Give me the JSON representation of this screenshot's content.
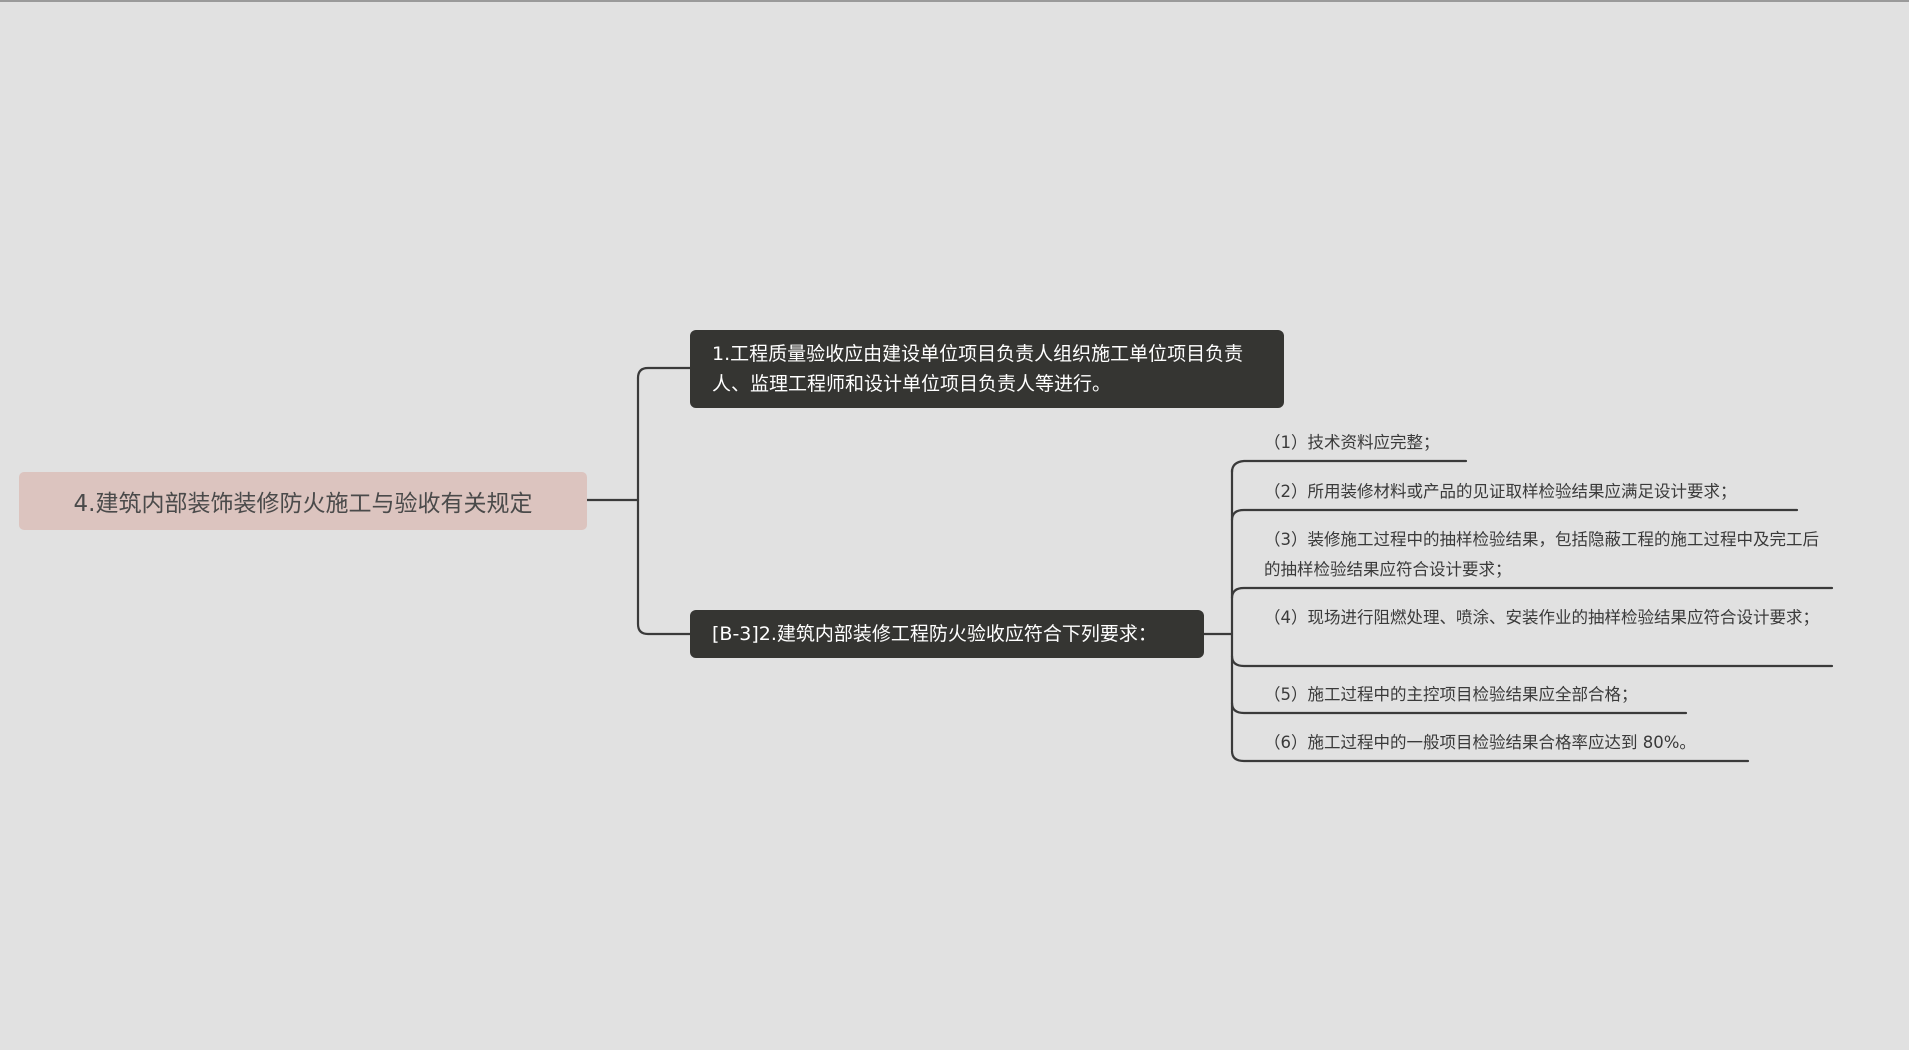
{
  "root": {
    "label": "4.建筑内部装饰装修防火施工与验收有关规定"
  },
  "branches": [
    {
      "label": "1.工程质量验收应由建设单位项目负责人组织施工单位项目负责人、监理工程师和设计单位项目负责人等进行。"
    },
    {
      "label": "[B-3]2.建筑内部装修工程防火验收应符合下列要求：",
      "children": [
        {
          "label": "（1）技术资料应完整；"
        },
        {
          "label": "（2）所用装修材料或产品的见证取样检验结果应满足设计要求；"
        },
        {
          "label": "（3）装修施工过程中的抽样检验结果，包括隐蔽工程的施工过程中及完工后的抽样检验结果应符合设计要求；"
        },
        {
          "label": "（4）现场进行阻燃处理、喷涂、安装作业的抽样检验结果应符合设计要求；"
        },
        {
          "label": "（5）施工过程中的主控项目检验结果应全部合格；"
        },
        {
          "label": "（6）施工过程中的一般项目检验结果合格率应达到 80%。"
        }
      ]
    }
  ],
  "colors": {
    "background": "#e1e1e1",
    "root_fill": "#dcc4bf",
    "branch_fill": "#353532",
    "line": "#3a3a3a"
  }
}
